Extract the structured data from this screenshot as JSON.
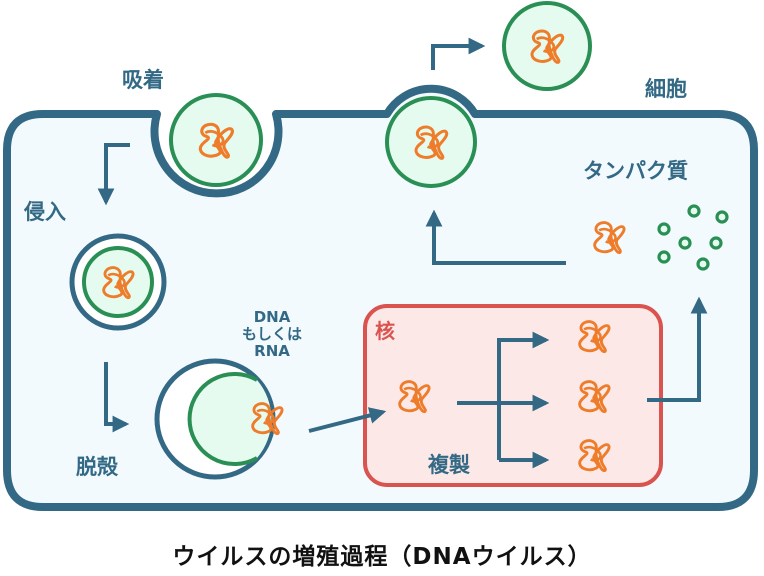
{
  "title": "ウイルスの増殖過程（DNAウイルス）",
  "labels": {
    "adsorption": "吸着",
    "entry": "侵入",
    "uncoating": "脱殻",
    "genome_line1": "DNA",
    "genome_line2": "もしくは",
    "genome_line3": "RNA",
    "nucleus": "核",
    "replication": "複製",
    "protein": "タンパク質",
    "cell": "細胞"
  },
  "colors": {
    "membrane": "#336985",
    "cytoplasm": "#f3fafe",
    "capsid": "#2a8f55",
    "capsid_fill": "#e6fbef",
    "genome": "#ee7d2b",
    "nucleus_stroke": "#d9534f",
    "nucleus_fill": "#fde8e8",
    "arrow": "#336985"
  }
}
